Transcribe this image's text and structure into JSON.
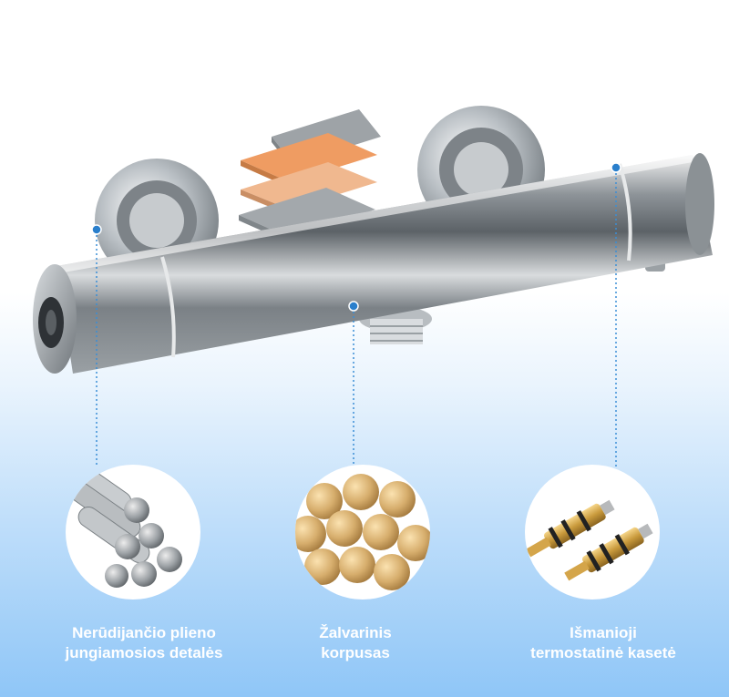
{
  "features": [
    {
      "line1": "Nerūdijančio plieno",
      "line2": "jungiamosios detalės",
      "icon": "steel-rods-icon"
    },
    {
      "line1": "Žalvarinis",
      "line2": "korpusas",
      "icon": "brass-rods-icon"
    },
    {
      "line1": "Išmanioji",
      "line2": "termostatinė kasetė",
      "icon": "thermostatic-cartridge-icon"
    }
  ],
  "colors": {
    "accent": "#3a8ed6",
    "chrome": "#8f969c",
    "brass": "#d9b47a",
    "copper": "#e9a97a"
  }
}
